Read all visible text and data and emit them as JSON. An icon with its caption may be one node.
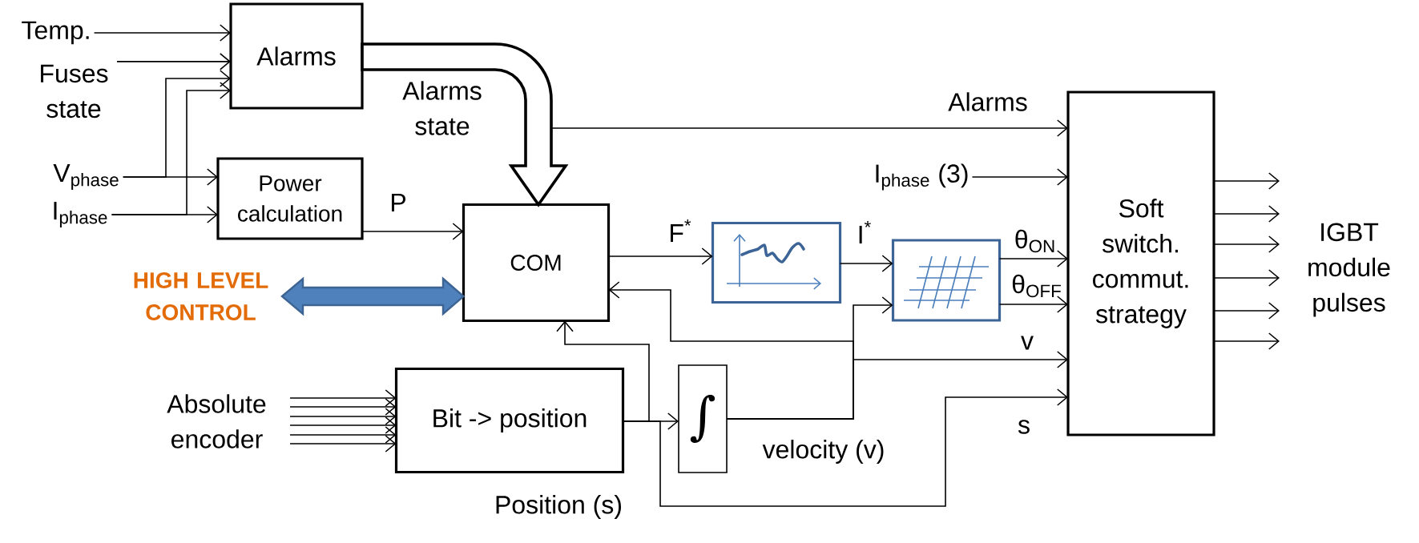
{
  "diagram": {
    "nodes": [
      {
        "text": [
          "Temp."
        ]
      },
      {
        "text": [
          "Fuses state"
        ]
      },
      {
        "text": [
          "V$_{phase}$"
        ]
      },
      {
        "text": [
          "I$_{phase}$"
        ]
      },
      {
        "text": [
          "Alarms"
        ]
      },
      {
        "text": [
          "Power calculation"
        ]
      },
      {
        "text": [
          "HIGH LEVEL CONTROL"
        ]
      },
      {
        "text": [
          "COM"
        ]
      },
      {
        "text": [],
        "shape": "picture"
      },
      {
        "text": [],
        "shape": "picture"
      },
      {
        "text": [
          "I$_{phase}$ (3)"
        ]
      },
      {
        "text": [
          "Soft switch. commut. strategy"
        ]
      },
      {
        "text": [
          "Absolute encoder"
        ]
      },
      {
        "text": [
          "Bit -> position"
        ]
      },
      {
        "text": [
          "∫"
        ]
      },
      {
        "text": [
          "IGBT module pulses"
        ]
      }
    ],
    "edges": [
      {
        "from": 0,
        "to": 4,
        "arrow": "to"
      },
      {
        "from": 1,
        "to": 4,
        "arrow": "to"
      },
      {
        "from": 2,
        "to": 4,
        "arrow": "to"
      },
      {
        "from": 3,
        "to": 4,
        "arrow": "to"
      },
      {
        "from": 2,
        "to": 5,
        "arrow": "to"
      },
      {
        "from": 3,
        "to": 5,
        "arrow": "to"
      },
      {
        "from": 4,
        "to": 7,
        "arrow": "to",
        "label": "Alarms state",
        "style": "thick"
      },
      {
        "from": 4,
        "to": 11,
        "arrow": "to",
        "label": "Alarms"
      },
      {
        "from": 5,
        "to": 7,
        "arrow": "to",
        "label": "P"
      },
      {
        "from": 6,
        "to": 7,
        "arrow": "both",
        "style": "thick",
        "color": "#4f81bd"
      },
      {
        "from": 7,
        "to": 8,
        "arrow": "to",
        "label": "F$^{*}$"
      },
      {
        "from": 8,
        "to": 9,
        "arrow": "to",
        "label": "I$^{*}$"
      },
      {
        "from": 9,
        "to": 11,
        "arrow": "to",
        "label": "θ$_{ON}$"
      },
      {
        "from": 9,
        "to": 11,
        "arrow": "to",
        "label": "θ$_{OFF}$"
      },
      {
        "from": 10,
        "to": 11,
        "arrow": "to"
      },
      {
        "from": 11,
        "to": 15,
        "arrow": "to"
      },
      {
        "from": 11,
        "to": 15,
        "arrow": "to"
      },
      {
        "from": 11,
        "to": 15,
        "arrow": "to"
      },
      {
        "from": 11,
        "to": 15,
        "arrow": "to"
      },
      {
        "from": 11,
        "to": 15,
        "arrow": "to"
      },
      {
        "from": 11,
        "to": 15,
        "arrow": "to"
      },
      {
        "from": 12,
        "to": 13,
        "arrow": "to"
      },
      {
        "from": 12,
        "to": 13,
        "arrow": "to"
      },
      {
        "from": 12,
        "to": 13,
        "arrow": "to"
      },
      {
        "from": 12,
        "to": 13,
        "arrow": "to"
      },
      {
        "from": 12,
        "to": 13,
        "arrow": "to"
      },
      {
        "from": 12,
        "to": 13,
        "arrow": "to"
      },
      {
        "from": 13,
        "to": 7,
        "arrow": "to"
      },
      {
        "from": 13,
        "to": 14,
        "arrow": "to"
      },
      {
        "from": 14,
        "to": 9,
        "arrow": "to",
        "label": "velocity (v)"
      },
      {
        "from": 14,
        "to": 7,
        "arrow": "to"
      },
      {
        "from": 14,
        "to": 11,
        "arrow": "to",
        "label": "v"
      },
      {
        "from": 13,
        "to": 11,
        "arrow": "to",
        "label": "Position (s)"
      }
    ],
    "labels": [
      "s"
    ]
  }
}
